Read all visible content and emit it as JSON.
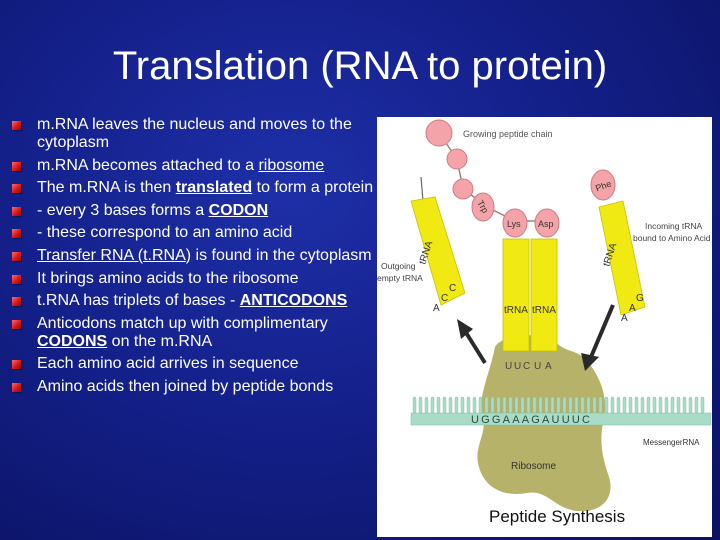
{
  "slide": {
    "title": "Translation (RNA to protein)"
  },
  "bullets": [
    {
      "parts": [
        {
          "text": "m.RNA leaves the nucleus and moves to the cytoplasm"
        }
      ]
    },
    {
      "parts": [
        {
          "text": "m.RNA becomes attached to a "
        },
        {
          "text": "ribosome",
          "style": "u"
        }
      ]
    },
    {
      "parts": [
        {
          "text": "The m.RNA is then "
        },
        {
          "text": "translated",
          "style": "ub"
        },
        {
          "text": " to form a protein"
        }
      ]
    },
    {
      "parts": [
        {
          "text": "- every 3 bases forms a "
        },
        {
          "text": "CODON",
          "style": "ub"
        }
      ]
    },
    {
      "parts": [
        {
          "text": "- these correspond to an amino acid"
        }
      ]
    },
    {
      "parts": [
        {
          "text": "Transfer RNA (",
          "style": "u"
        },
        {
          "text": "t.RNA",
          "style": "u"
        },
        {
          "text": ") is found in the cytoplasm"
        }
      ]
    },
    {
      "parts": [
        {
          "text": "It brings amino acids to the ribosome"
        }
      ]
    },
    {
      "parts": [
        {
          "text": "t.RNA has triplets of bases - "
        },
        {
          "text": "ANTICODONS",
          "style": "ub"
        }
      ]
    },
    {
      "parts": [
        {
          "text": "Anticodons match up with complimentary "
        },
        {
          "text": "CODONS",
          "style": "ub"
        },
        {
          "text": " on the m.RNA"
        }
      ]
    },
    {
      "parts": [
        {
          "text": "Each amino acid arrives in sequence"
        }
      ]
    },
    {
      "parts": [
        {
          "text": "Amino acids then joined by peptide bonds"
        }
      ]
    }
  ],
  "figure": {
    "growing_chain_label": "Growing peptide chain",
    "phe_label": "Phe",
    "trp_label": "Trp",
    "lys_label": "Lys",
    "asp_label": "Asp",
    "outgoing_label_line1": "Outgoing",
    "outgoing_label_line2": "empty tRNA",
    "incoming_label_line1": "Incoming tRNA",
    "incoming_label_line2": "bound to Amino Acid",
    "trna_label": "tRNA",
    "left_anticodon": [
      "A",
      "C",
      "C"
    ],
    "center_anticodon": [
      "U",
      "U",
      "C",
      "U",
      "A"
    ],
    "right_anticodon": [
      "A",
      "A",
      "G"
    ],
    "mrna_codons": "UGGAAAGAUUUC",
    "messenger_label": "MessengerRNA",
    "ribosome_label": "Ribosome",
    "caption": "Peptide Synthesis",
    "colors": {
      "trna": "#f1ea12",
      "amino_acid": "#f4a3a8",
      "ribosome": "#b7b26a",
      "mrna": "#a9dcc6",
      "arrow": "#2a2a2a"
    }
  }
}
